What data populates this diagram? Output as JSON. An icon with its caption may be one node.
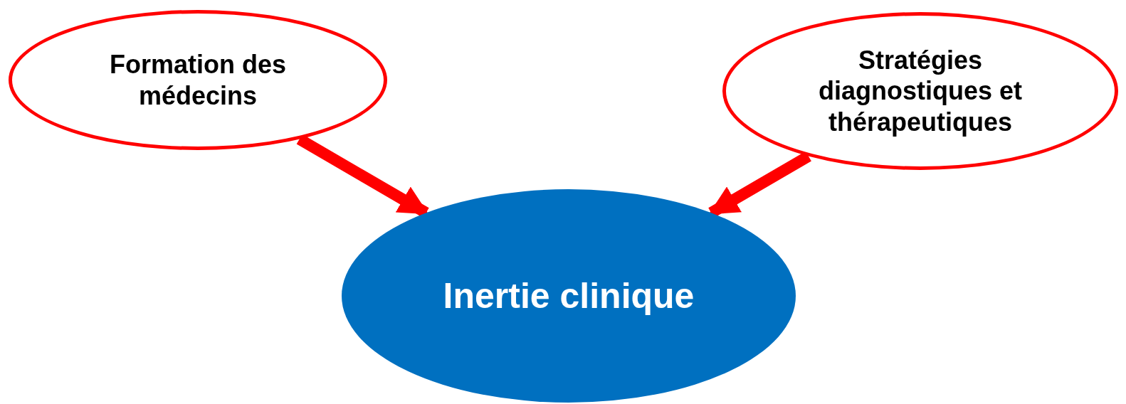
{
  "diagram": {
    "nodes": [
      {
        "text": [
          "Formation des médecins"
        ]
      },
      {
        "text": [
          "Stratégies diagnostiques et thérapeutiques"
        ]
      },
      {
        "text": [
          "Inertie clinique"
        ]
      }
    ],
    "edges": [
      {
        "from": 0,
        "to": 2,
        "arrow": "to"
      },
      {
        "from": 1,
        "to": 2,
        "arrow": "to"
      }
    ]
  }
}
